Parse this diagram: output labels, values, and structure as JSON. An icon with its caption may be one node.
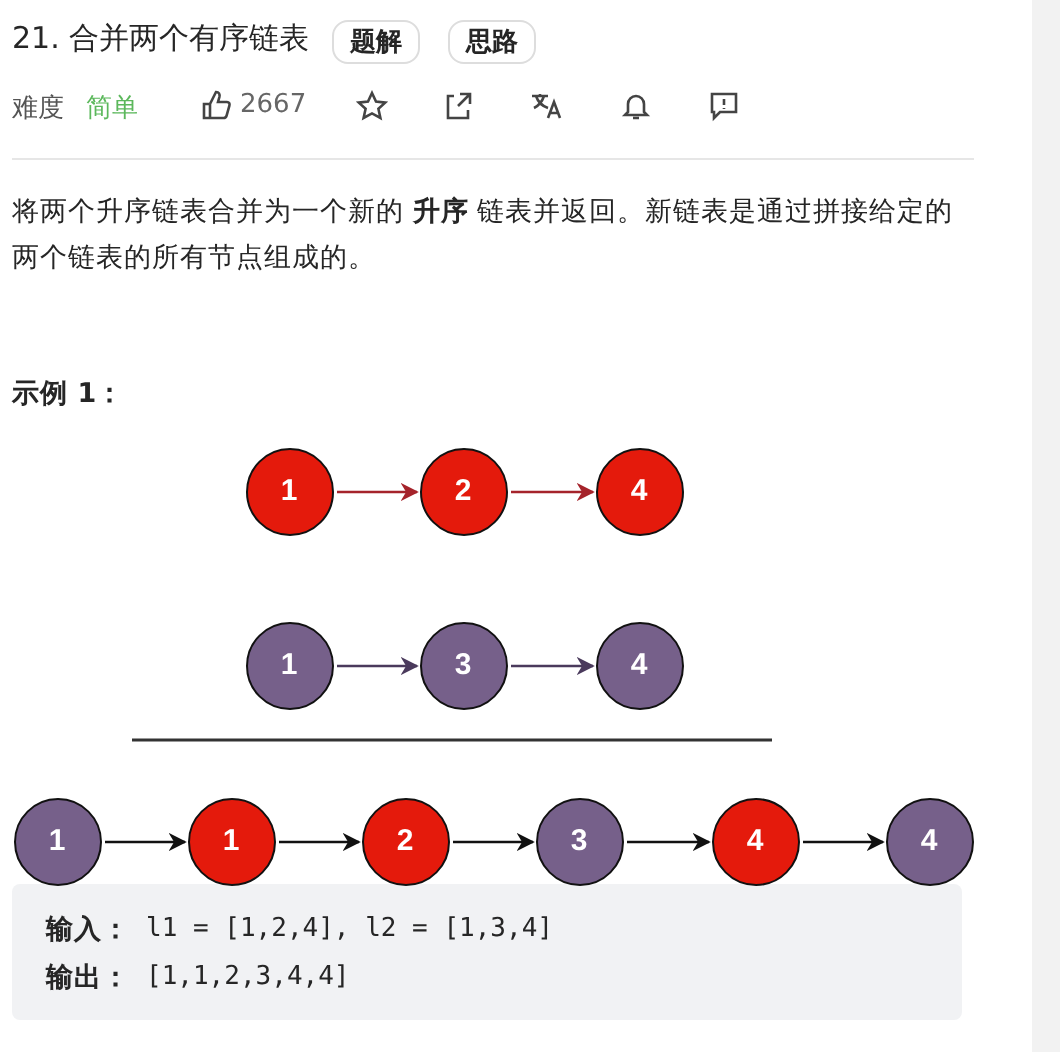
{
  "diagram": {
    "title": "21. 合并两个有序链表",
    "nodes": [
      {
        "text": [
          "1"
        ]
      },
      {
        "text": [
          "2"
        ]
      },
      {
        "text": [
          "4"
        ]
      },
      {
        "text": [
          "1"
        ]
      },
      {
        "text": [
          "3"
        ]
      },
      {
        "text": [
          "4"
        ]
      },
      {
        "text": [
          "1"
        ]
      },
      {
        "text": [
          "1"
        ]
      },
      {
        "text": [
          "2"
        ]
      },
      {
        "text": [
          "3"
        ]
      },
      {
        "text": [
          "4"
        ]
      },
      {
        "text": [
          "4"
        ]
      }
    ],
    "edges": [
      {
        "from": 0,
        "to": 1,
        "arrow": "to",
        "color": "#a5232b"
      },
      {
        "from": 1,
        "to": 2,
        "arrow": "to",
        "color": "#a5232b"
      },
      {
        "from": 3,
        "to": 4,
        "arrow": "to",
        "color": "#4a3a5c"
      },
      {
        "from": 4,
        "to": 5,
        "arrow": "to",
        "color": "#4a3a5c"
      },
      {
        "from": 6,
        "to": 7,
        "arrow": "to"
      },
      {
        "from": 7,
        "to": 8,
        "arrow": "to"
      },
      {
        "from": 8,
        "to": 9,
        "arrow": "to"
      },
      {
        "from": 9,
        "to": 10,
        "arrow": "to"
      },
      {
        "from": 10,
        "to": 11,
        "arrow": "to"
      }
    ],
    "labels": [
      "题解",
      "思路",
      "难度",
      "简单",
      "2667",
      "将两个升序链表合并为一个新的 **升序** 链表并返回。新链表是通过拼接给定的两个链表的所有节点组成的。",
      "示例 1：",
      "输入：",
      "l1 = [1,2,4], l2 = [1,3,4]",
      "输出：",
      "[1,1,2,3,4,4]"
    ]
  }
}
